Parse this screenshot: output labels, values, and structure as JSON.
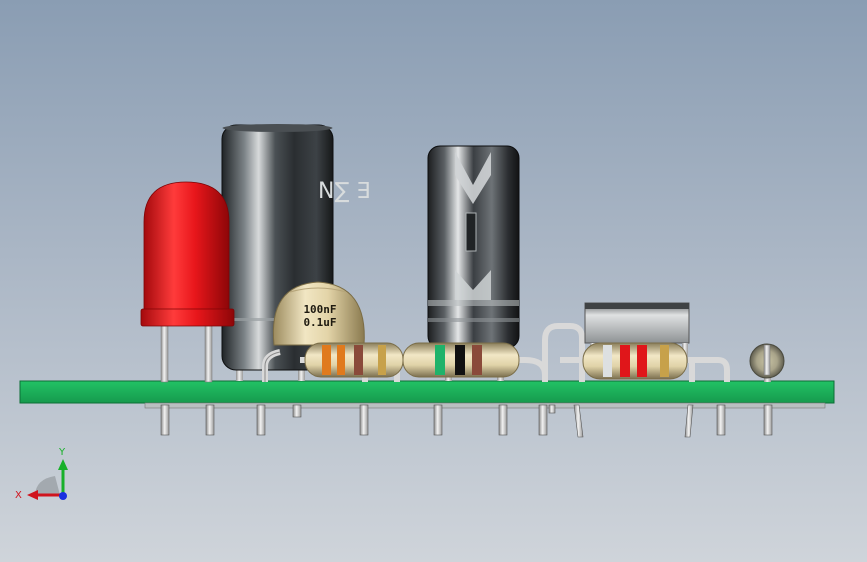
{
  "viewport": {
    "background_top": "#8a9db3",
    "background_bottom": "#cfd4da"
  },
  "components": {
    "ceramic_capacitor": {
      "label_line1": "100nF",
      "label_line2": "0.1uF"
    },
    "electrolytic_large": {
      "marking": "N∑ ∃"
    }
  },
  "triad": {
    "x_label": "X",
    "y_label": "Y"
  },
  "colors": {
    "pcb": "#1aad5a",
    "led": "#e0161a",
    "x_axis": "#d0141e",
    "y_axis": "#18b02a",
    "z_axis": "#1a2fe0"
  }
}
